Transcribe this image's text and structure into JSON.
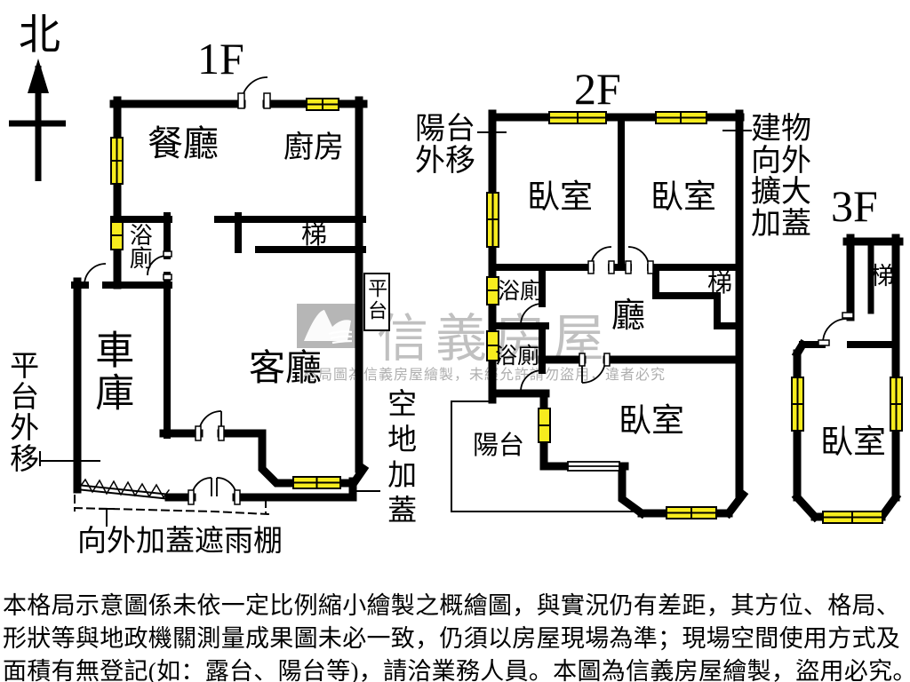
{
  "compass": {
    "north": "北"
  },
  "floor1": {
    "title": "1F",
    "dining": "餐廳",
    "kitchen": "廚房",
    "bathroom": "浴廁",
    "stairs": "梯",
    "living": "客廳",
    "garage": "車庫",
    "platform": "平台",
    "annotation_platform_moved": "平台外移",
    "annotation_vacant_land_addition": "空地加蓋",
    "annotation_canopy": "向外加蓋遮雨棚"
  },
  "floor2": {
    "title": "2F",
    "bedroom_left": "臥室",
    "bedroom_right": "臥室",
    "bedroom_bottom": "臥室",
    "bathroom_upper": "浴廁",
    "bathroom_lower": "浴廁",
    "hall": "廳",
    "stairs": "梯",
    "balcony": "陽台",
    "annotation_balcony_moved": "陽台\n外移",
    "annotation_building_expanded": "建物\n向外\n擴大\n加蓋"
  },
  "floor3": {
    "title": "3F",
    "stairs": "梯",
    "bedroom": "臥室"
  },
  "watermark": {
    "brand": "信義房屋",
    "notice": "格局圖為信義房屋繪製，未經允許請勿盜用，違者必究"
  },
  "disclaimer": {
    "line1": "本格局示意圖係未依一定比例縮小繪製之概繪圖，與實況仍有差距，其方位、格局、",
    "line2": "形狀等與地政機關測量成果圖未必一致，仍須以房屋現場為準；現場空間使用方式及",
    "line3": "面積有無登記(如：露台、陽台等)，請洽業務人員。本圖為信義房屋繪製，盜用必究。"
  },
  "colors": {
    "wall": "#000000",
    "window_fill": "#f7ec1e",
    "watermark_gray": "#9b9b9b",
    "background": "#ffffff"
  }
}
